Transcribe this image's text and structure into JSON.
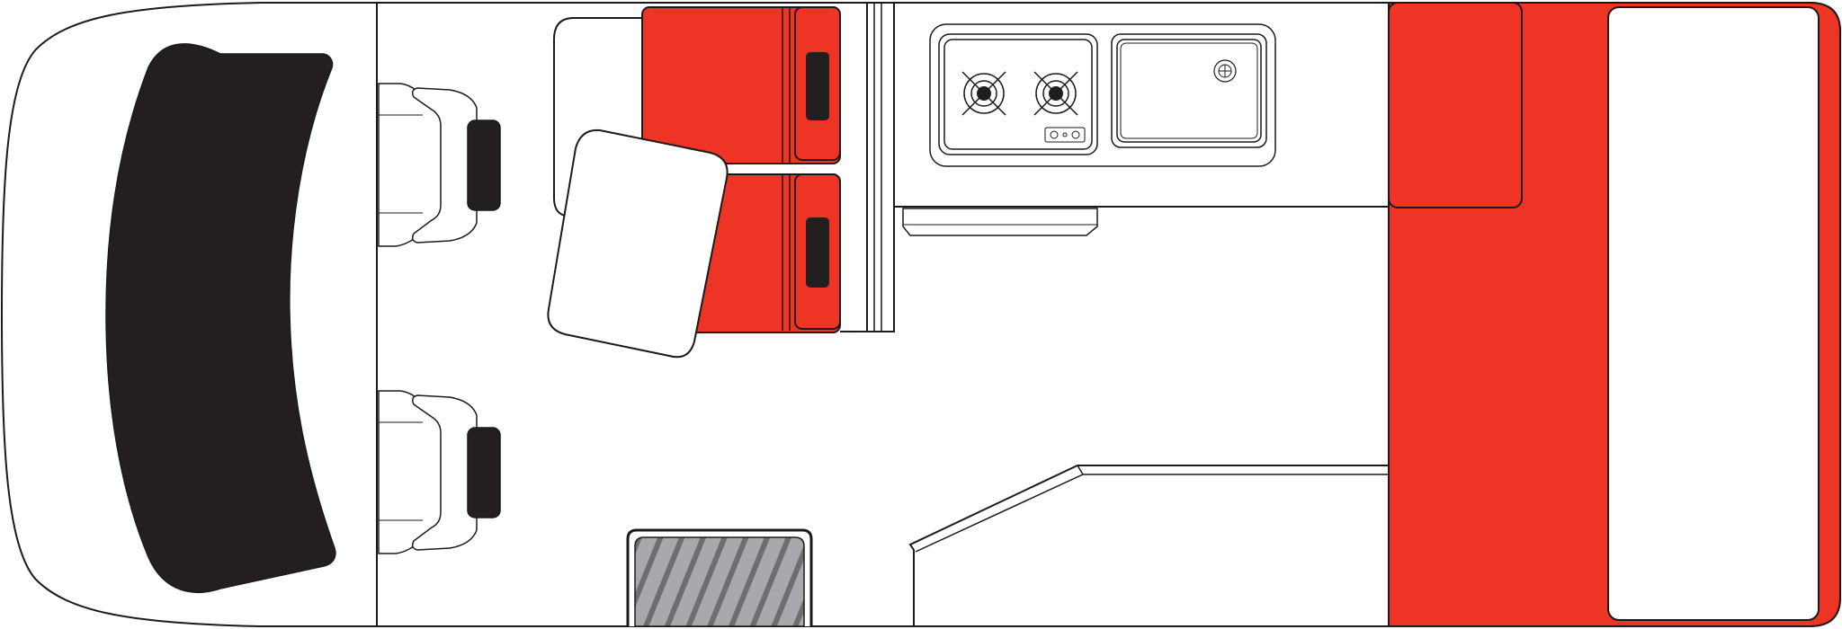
{
  "colors": {
    "outline": "#1a1a1a",
    "cushion_red": "#ee3424",
    "windshield": "#231f20",
    "step_grey": "#a7a9ac",
    "step_stripe": "#6d6e71",
    "background": "#ffffff"
  },
  "components": [
    {
      "name": "van-body-outline",
      "icon": "vehicle-body"
    },
    {
      "name": "windshield",
      "icon": "windshield"
    },
    {
      "name": "driver-seat",
      "icon": "seat-icon"
    },
    {
      "name": "passenger-seat",
      "icon": "seat-icon"
    },
    {
      "name": "rear-bench-seat",
      "icon": "bench-seat-icon"
    },
    {
      "name": "dining-table",
      "icon": "table-icon"
    },
    {
      "name": "gas-cooktop",
      "icon": "burner-icon"
    },
    {
      "name": "kitchen-sink",
      "icon": "sink-icon"
    },
    {
      "name": "kitchen-counter",
      "icon": "counter-icon"
    },
    {
      "name": "side-entry-step",
      "icon": "step-icon"
    },
    {
      "name": "rear-bed",
      "icon": "bed-icon"
    }
  ]
}
